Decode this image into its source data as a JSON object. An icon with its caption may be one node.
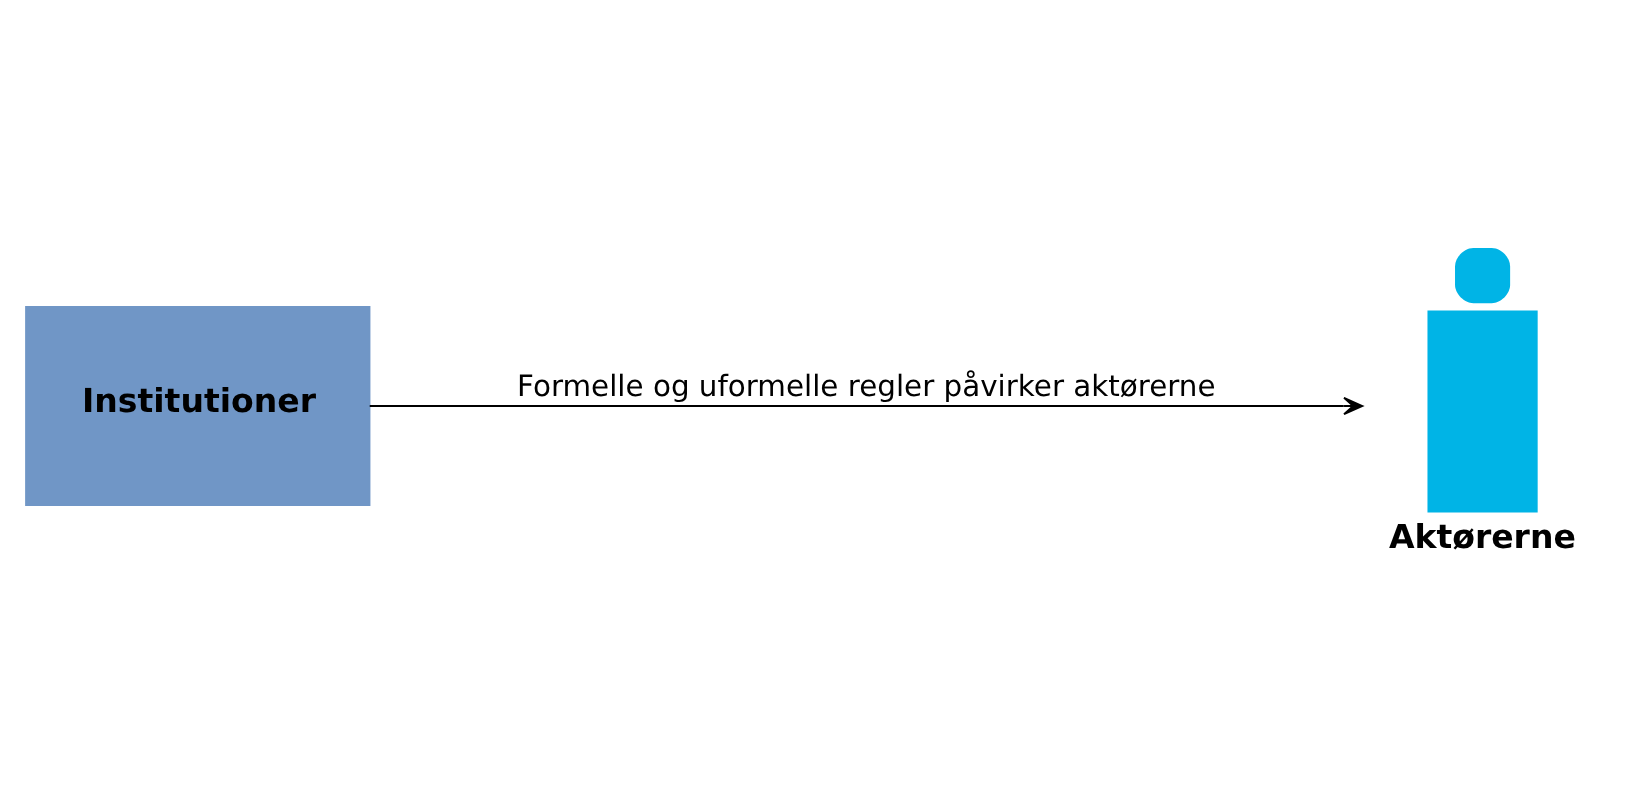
{
  "diagram": {
    "nodes": [
      {
        "text": [
          "Institutioner"
        ]
      },
      {
        "text": [
          "Aktørerne"
        ]
      }
    ],
    "edges": [
      {
        "from": 0,
        "to": 1,
        "arrow": "to",
        "label": "Formelle og uformelle regler påvirker aktørerne"
      }
    ]
  }
}
